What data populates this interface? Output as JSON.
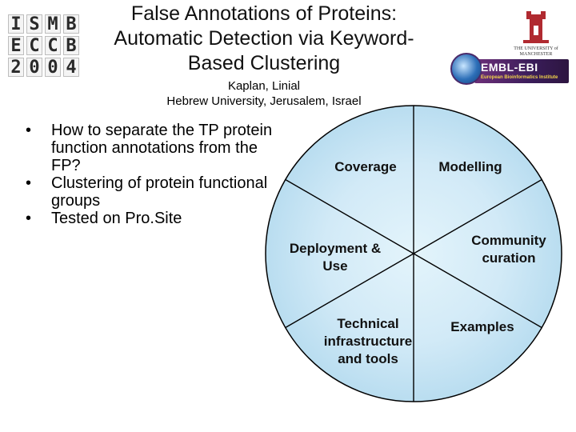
{
  "slide": {
    "title": "False Annotations of Proteins: Automatic Detection via Keyword-Based Clustering",
    "authors": "Kaplan, Linial",
    "affiliation": "Hebrew University, Jerusalem, Israel",
    "bullets": [
      "How to separate the TP protein function annotations from the FP?",
      "Clustering of protein functional groups",
      "Tested on Pro.Site"
    ]
  },
  "logos": {
    "ismb": [
      "I",
      "S",
      "M",
      "B",
      "E",
      "C",
      "C",
      "B",
      "2",
      "0",
      "0",
      "4"
    ],
    "manchester": "THE UNIVERSITY of MANCHESTER",
    "embl_name": "EMBL-EBI",
    "embl_sub": "European Bioinformatics Institute"
  },
  "wheel": {
    "segments": [
      {
        "label": "Coverage"
      },
      {
        "label": "Modelling"
      },
      {
        "label": "Community curation"
      },
      {
        "label": "Examples"
      },
      {
        "label": "Technical infrastructure and tools"
      },
      {
        "label": "Deployment & Use"
      }
    ]
  }
}
